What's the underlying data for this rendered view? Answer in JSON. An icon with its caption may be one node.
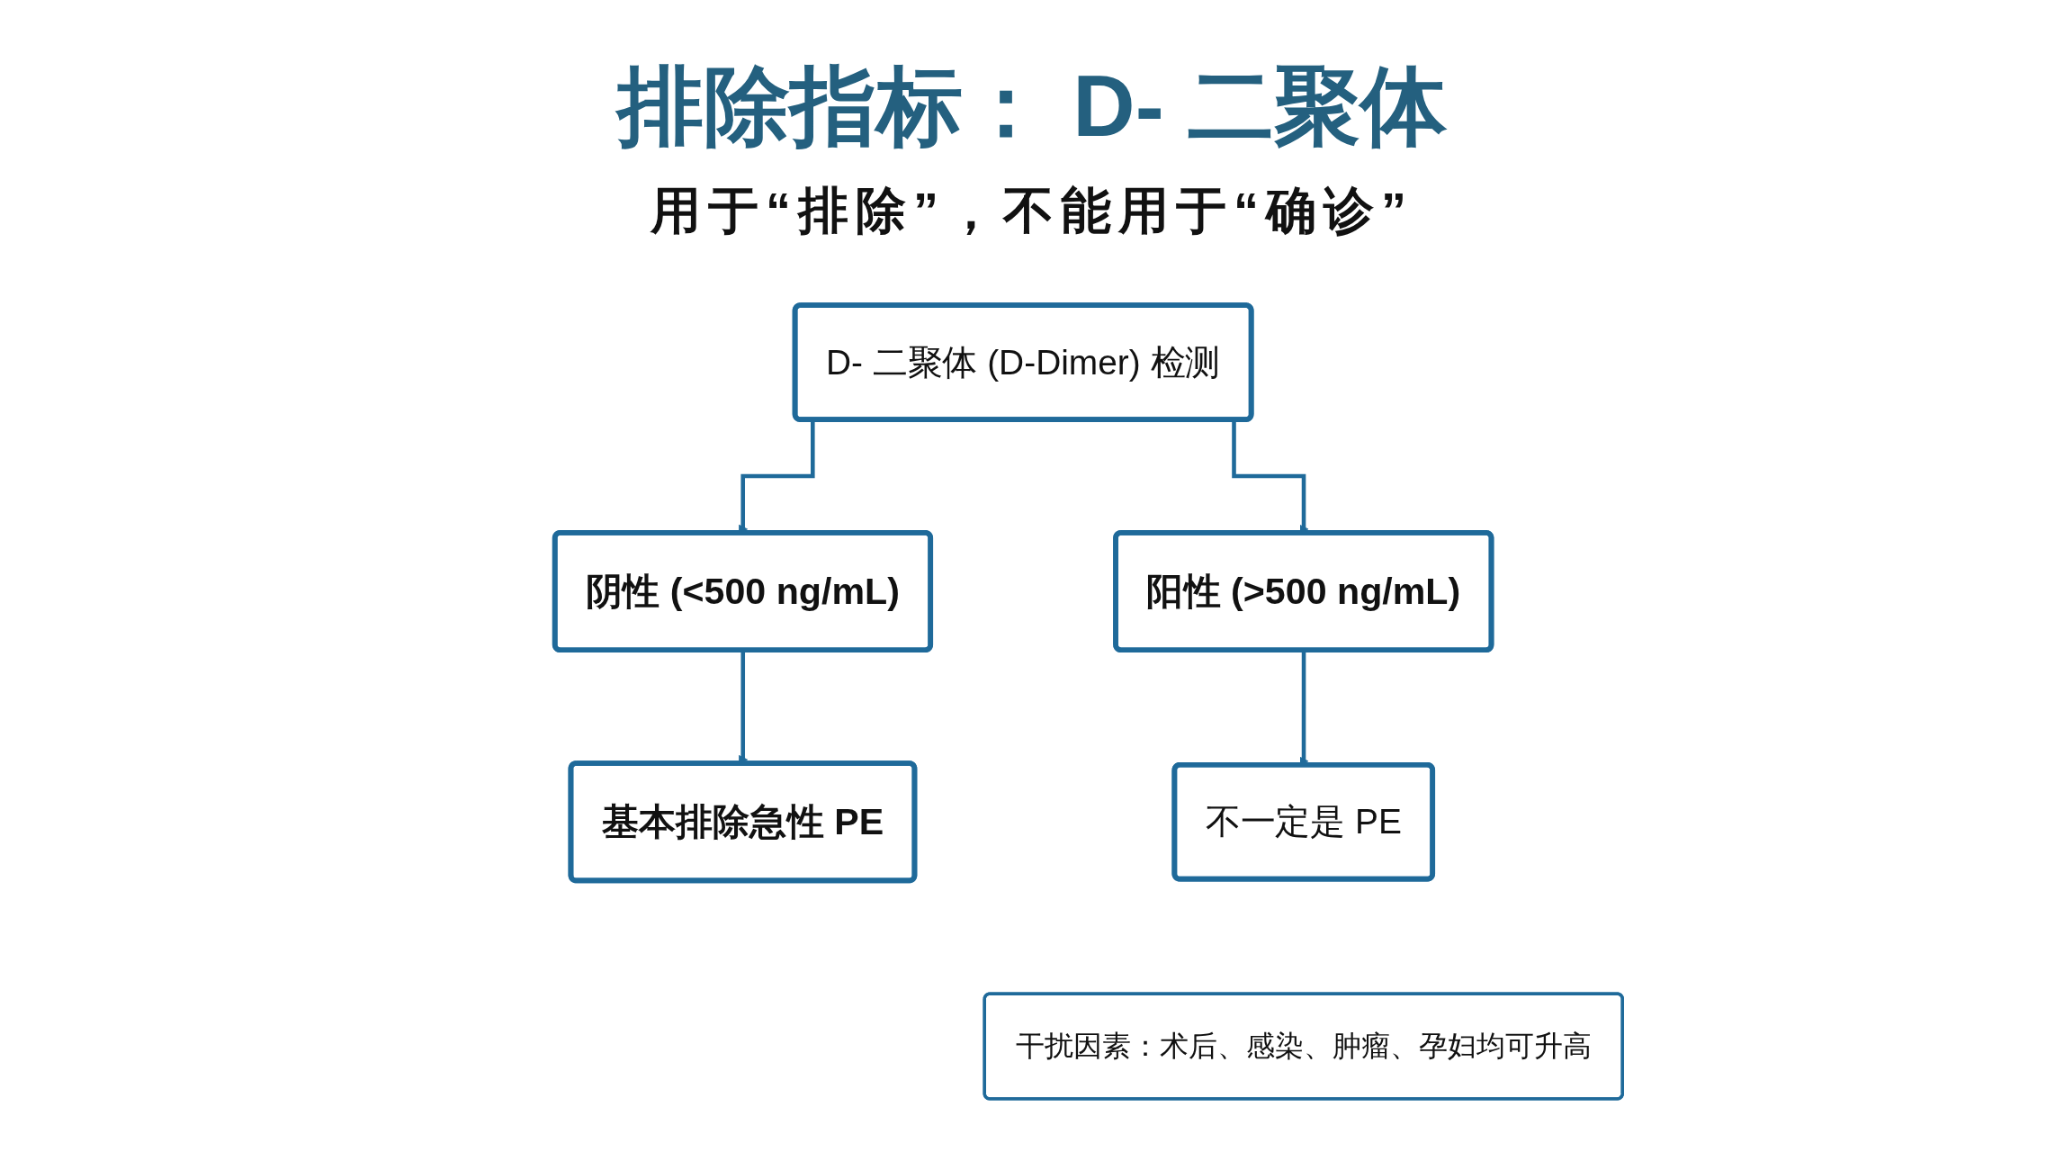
{
  "diagram": {
    "title": "排除指标： D- 二聚体",
    "nodes": [
      {
        "text": [
          "D- 二聚体 (D-Dimer) 检测"
        ]
      },
      {
        "text": [
          "阴性 (<500 ng/mL)"
        ]
      },
      {
        "text": [
          "阳性 (>500 ng/mL)"
        ]
      },
      {
        "text": [
          "基本排除急性 PE"
        ]
      },
      {
        "text": [
          "不一定是 PE"
        ]
      },
      {
        "text": [
          "干扰因素：术后、感染、肿瘤、孕妇均可升高"
        ]
      }
    ],
    "edges": [
      {
        "from": 0,
        "to": 1,
        "arrow": "to"
      },
      {
        "from": 0,
        "to": 2,
        "arrow": "to"
      },
      {
        "from": 1,
        "to": 3,
        "arrow": "to"
      },
      {
        "from": 2,
        "to": 4,
        "arrow": "to"
      }
    ],
    "labels": [
      "用于“排除”，不能用于“确诊”"
    ]
  }
}
